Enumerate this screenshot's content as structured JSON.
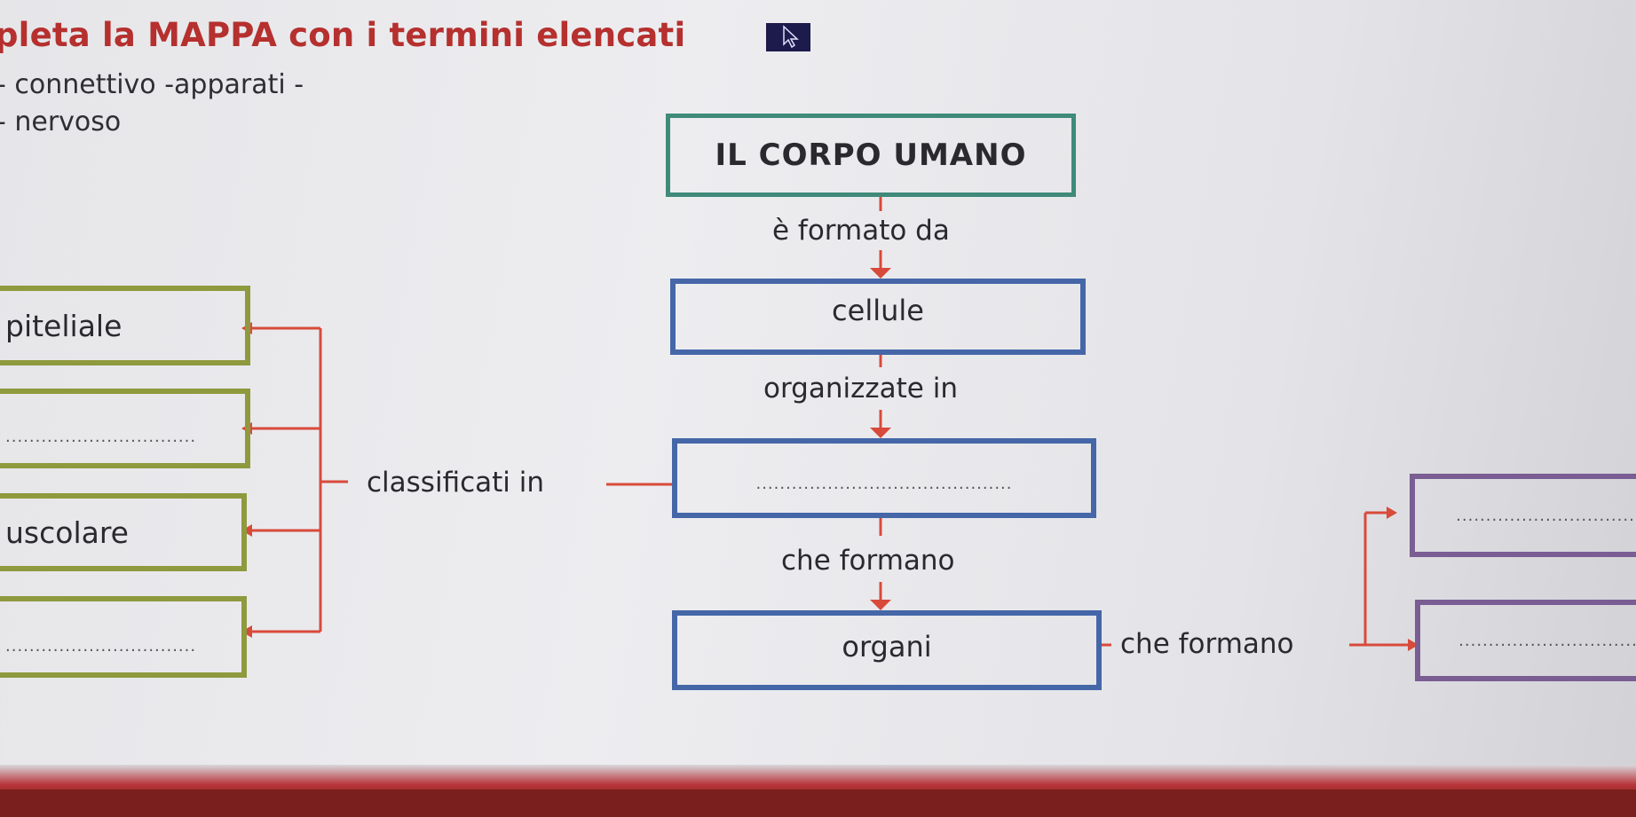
{
  "header": {
    "title": "pleta la MAPPA con i termini elencati",
    "terms_line1": "- connettivo -apparati -",
    "terms_line2": "- nervoso"
  },
  "map": {
    "root": "IL CORPO UMANO",
    "link1": "è formato da",
    "cells": "cellule",
    "link2": "organizzate in",
    "tissues_blank": "...........................................",
    "link3": "che formano",
    "organs": "organi",
    "link4": "che formano",
    "classified": "classificati in",
    "tissue_types": [
      {
        "label": "piteliale"
      },
      {
        "label": "................................"
      },
      {
        "label": "uscolare"
      },
      {
        "label": "................................"
      }
    ],
    "right_boxes": [
      {
        "label": ".............................."
      },
      {
        "label": ".............................."
      }
    ]
  },
  "colors": {
    "title": "#b5302e",
    "arrow": "#d84a3a",
    "teal_border": "#3f8a7a",
    "blue_border": "#4567a8",
    "green_border": "#8e9a3d",
    "purple_border": "#7a5d93"
  }
}
